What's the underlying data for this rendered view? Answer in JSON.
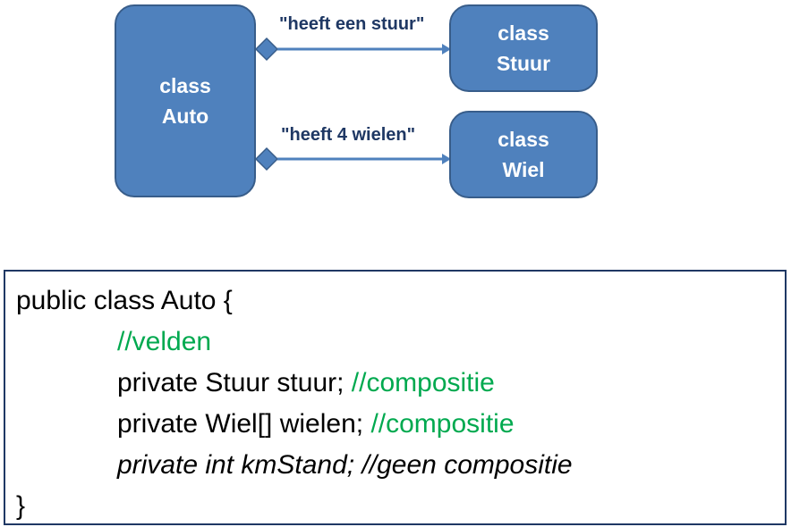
{
  "diagram": {
    "auto": {
      "line1": "class",
      "line2": "Auto"
    },
    "stuur": {
      "line1": "class",
      "line2": "Stuur"
    },
    "wiel": {
      "line1": "class",
      "line2": "Wiel"
    },
    "rel_stuur": "\"heeft een stuur\"",
    "rel_wiel": "\"heeft 4 wielen\""
  },
  "code": {
    "line1": "public class Auto {",
    "line2_comment": "//velden",
    "line3_code": "private Stuur stuur; ",
    "line3_comment": "//compositie",
    "line4_code": "private Wiel[] wielen; ",
    "line4_comment": "//compositie",
    "line5": "private int kmStand; //geen compositie",
    "line6": "}"
  },
  "colors": {
    "box_fill": "#4f81bd",
    "box_border": "#385d8a",
    "label_text": "#1f3864",
    "comment_green": "#00a94f"
  }
}
